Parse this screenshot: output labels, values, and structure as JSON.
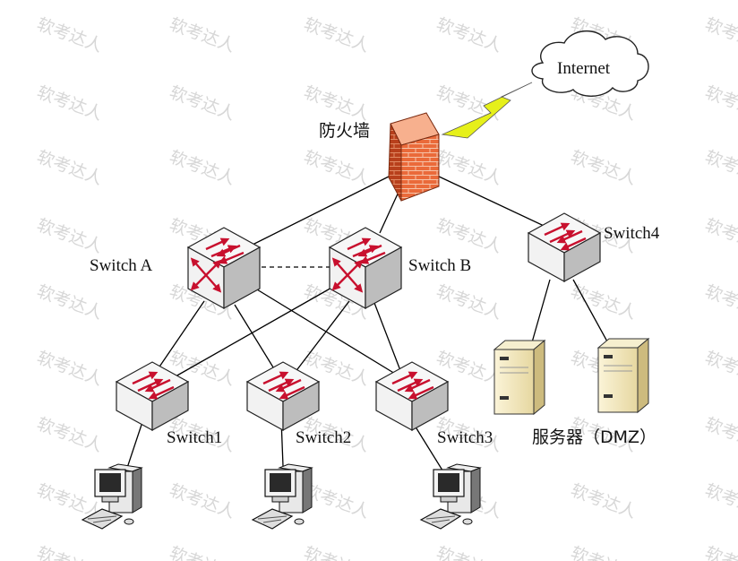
{
  "watermark": "软考达人",
  "labels": {
    "internet": "Internet",
    "firewall": "防火墙",
    "switch_a": "Switch A",
    "switch_b": "Switch B",
    "switch1": "Switch1",
    "switch2": "Switch2",
    "switch3": "Switch3",
    "switch4": "Switch4",
    "servers": "服务器（DMZ）"
  },
  "colors": {
    "arrow_red": "#c8102e",
    "firewall_brick": "#e85a2b",
    "lightning": "#e6f01a",
    "device_face": "#f2f2f2",
    "device_side": "#bdbdbd",
    "server_body": "#efe3b6"
  },
  "icons": {
    "core_switch": "multilayer-switch-icon",
    "access_switch": "workgroup-switch-icon",
    "firewall": "brick-firewall-icon",
    "cloud": "cloud-icon",
    "server": "tower-server-icon",
    "pc": "desktop-computer-icon"
  }
}
